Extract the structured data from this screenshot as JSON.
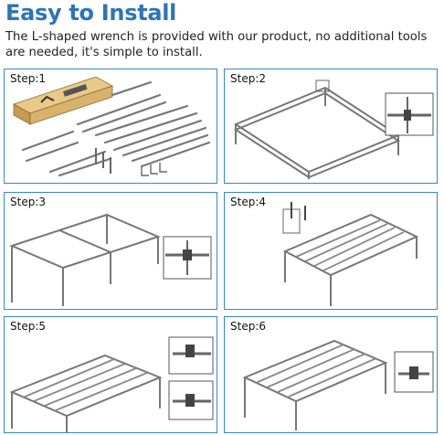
{
  "header": {
    "title": "Easy to Install",
    "description": "The L-shaped wrench is provided with our product, no additional tools are needed, it's simple to install."
  },
  "steps": [
    {
      "label": "Step:1"
    },
    {
      "label": "Step:2"
    },
    {
      "label": "Step:3"
    },
    {
      "label": "Step:4"
    },
    {
      "label": "Step:5"
    },
    {
      "label": "Step:6"
    }
  ],
  "colors": {
    "accent": "#2e75b6",
    "panel_border": "#3a86c8",
    "box": "#d8b26c"
  }
}
